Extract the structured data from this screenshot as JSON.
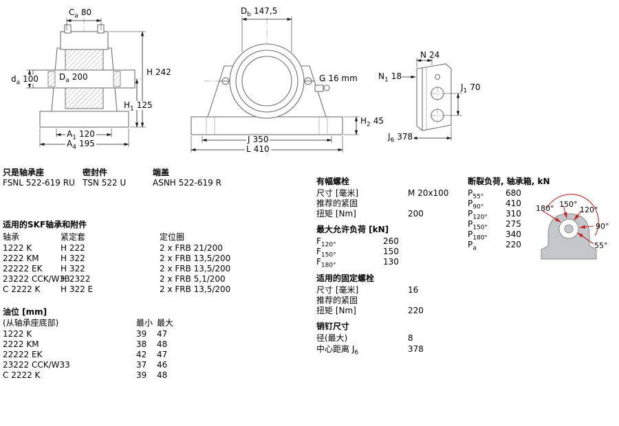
{
  "drawings": {
    "side": {
      "ca": {
        "base": "C",
        "sub": "a",
        "value": "80"
      },
      "h": {
        "base": "H",
        "sub": "",
        "value": "242"
      },
      "shaft_dia": {
        "base": "d",
        "sub": "a",
        "value": "100"
      },
      "bore_dia": {
        "base": "D",
        "sub": "a",
        "value": "200"
      },
      "h1": {
        "base": "H",
        "sub": "1",
        "value": "125"
      },
      "a1": {
        "base": "A",
        "sub": "1",
        "value": "120"
      },
      "a4": {
        "base": "A",
        "sub": "4",
        "value": "195"
      }
    },
    "front": {
      "db": {
        "base": "D",
        "sub": "b",
        "value": "147,5"
      },
      "g": {
        "base": "G",
        "sub": "",
        "value": "16 mm"
      },
      "h2": {
        "base": "H",
        "sub": "2",
        "value": "45"
      },
      "j": {
        "base": "J",
        "sub": "",
        "value": "350"
      },
      "l": {
        "base": "L",
        "sub": "",
        "value": "410"
      }
    },
    "end": {
      "n": {
        "base": "N",
        "sub": "",
        "value": "24"
      },
      "n1": {
        "base": "N",
        "sub": "1",
        "value": "18"
      },
      "j1": {
        "base": "J",
        "sub": "1",
        "value": "70"
      },
      "j6": {
        "base": "J",
        "sub": "6",
        "value": "378"
      }
    }
  },
  "designations": {
    "housing_label": "只是轴承座",
    "housing_value": "FSNL 522-619 RU",
    "seal_label": "密封件",
    "seal_value": "TSN 522 U",
    "cover_label": "端盖",
    "cover_value": "ASNH 522-619 R"
  },
  "bearings": {
    "title": "适用的SKF轴承和附件",
    "col_bearing": "轴承",
    "col_sleeve": "紧定套",
    "col_ring": "定位圈",
    "rows": [
      {
        "bearing": "1222 K",
        "sleeve": "H 222",
        "ring": "2 x FRB 21/200"
      },
      {
        "bearing": "2222 KM",
        "sleeve": "H 322",
        "ring": "2 x FRB 13,5/200"
      },
      {
        "bearing": "22222 EK",
        "sleeve": "H 322",
        "ring": "2 x FRB 13,5/200"
      },
      {
        "bearing": "23222 CCK/W33",
        "sleeve": "H 2322",
        "ring": "2 x FRB 5,1/200"
      },
      {
        "bearing": "C 2222 K",
        "sleeve": "H 322 E",
        "ring": "2 x FRB 13,5/200"
      }
    ]
  },
  "oil": {
    "title": "油位 [mm]",
    "subtitle": "(从轴承座底部)",
    "col_min": "最小",
    "col_max": "最大",
    "rows": [
      {
        "bearing": "1222 K",
        "min": "39",
        "max": "47"
      },
      {
        "bearing": "2222 KM",
        "min": "38",
        "max": "48"
      },
      {
        "bearing": "22222 EK",
        "min": "42",
        "max": "47"
      },
      {
        "bearing": "23222 CCK/W33",
        "min": "37",
        "max": "46"
      },
      {
        "bearing": "C 2222 K",
        "min": "39",
        "max": "48"
      }
    ]
  },
  "attachment_bolts": {
    "title": "有幅螺栓",
    "size_label": "尺寸 [毫米]",
    "size_value": "M 20x100",
    "tighten_label": "推荐的紧固",
    "torque_label": "扭矩 [Nm]",
    "torque_value": "200"
  },
  "max_load": {
    "title": "最大允许负荷 [kN]",
    "rows": [
      {
        "base": "F",
        "sub": "120°",
        "value": "260"
      },
      {
        "base": "F",
        "sub": "150°",
        "value": "150"
      },
      {
        "base": "F",
        "sub": "180°",
        "value": "130"
      }
    ]
  },
  "fixing_bolts": {
    "title": "适用的固定螺栓",
    "size_label": "尺寸 [毫米]",
    "size_value": "16",
    "tighten_label": "推荐的紧固",
    "torque_label": "扭矩 [Nm]",
    "torque_value": "220"
  },
  "pins": {
    "title": "销钉尺寸",
    "dia_label": "径(最大)",
    "dia_value": "8",
    "center_label": "中心距离 J",
    "center_sub": "6",
    "center_value": "378"
  },
  "breaking_load": {
    "title": "断裂负荷, 轴承箱, kN",
    "rows": [
      {
        "base": "P",
        "sub": "55°",
        "value": "680"
      },
      {
        "base": "P",
        "sub": "90°",
        "value": "410"
      },
      {
        "base": "P",
        "sub": "120°",
        "value": "310"
      },
      {
        "base": "P",
        "sub": "150°",
        "value": "275"
      },
      {
        "base": "P",
        "sub": "180°",
        "value": "340"
      },
      {
        "base": "P",
        "sub": "a",
        "value": "220"
      }
    ],
    "angles": [
      "180°",
      "150°",
      "120°",
      "90°",
      "55°"
    ]
  }
}
